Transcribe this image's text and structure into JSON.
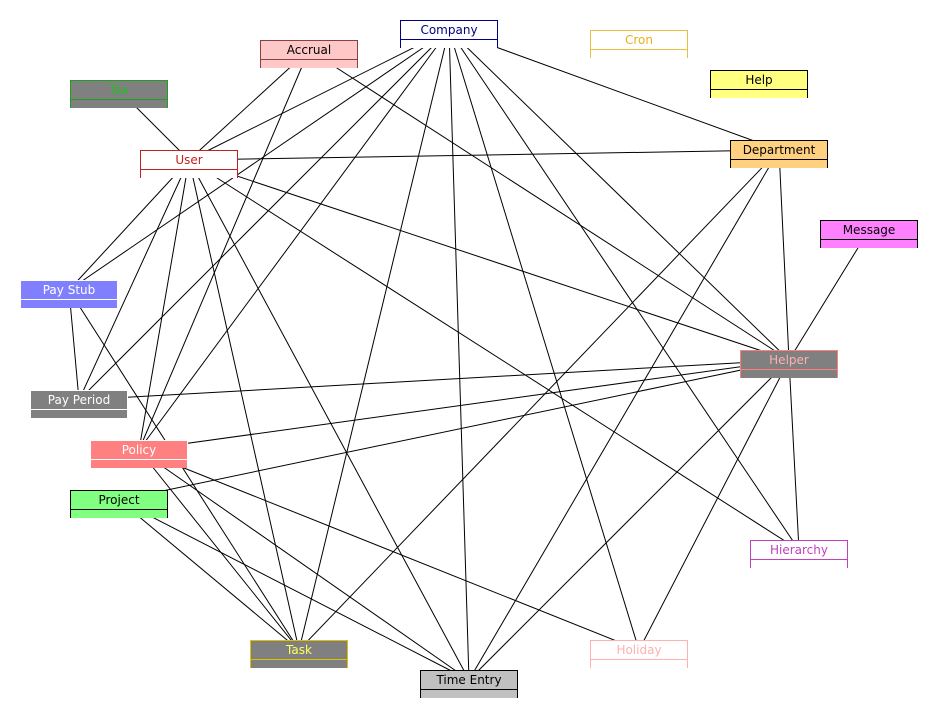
{
  "diagram": {
    "nodes": [
      {
        "id": "company",
        "label": "Company",
        "border": "#000080",
        "title_bg": "#ffffff",
        "body_bg": "#ffffff",
        "text": "#000080"
      },
      {
        "id": "accrual",
        "label": "Accrual",
        "border": "#8b4040",
        "title_bg": "#ffc8c8",
        "body_bg": "#ffc8c8",
        "text": "#000000"
      },
      {
        "id": "cron",
        "label": "Cron",
        "border": "#e8c040",
        "title_bg": "#ffffff",
        "body_bg": "#ffffff",
        "text": "#e8b020"
      },
      {
        "id": "help",
        "label": "Help",
        "border": "#000000",
        "title_bg": "#ffff80",
        "body_bg": "#ffff80",
        "text": "#000000"
      },
      {
        "id": "tax",
        "label": "Tax",
        "border": "#20a020",
        "title_bg": "#808080",
        "body_bg": "#808080",
        "text": "#20c020"
      },
      {
        "id": "user",
        "label": "User",
        "border": "#c02020",
        "title_bg": "#ffffff",
        "body_bg": "#ffffff",
        "text": "#c02020"
      },
      {
        "id": "department",
        "label": "Department",
        "border": "#000000",
        "title_bg": "#ffd080",
        "body_bg": "#ffd080",
        "text": "#000000"
      },
      {
        "id": "message",
        "label": "Message",
        "border": "#000000",
        "title_bg": "#ff80ff",
        "body_bg": "#ff80ff",
        "text": "#000000"
      },
      {
        "id": "paystub",
        "label": "Pay Stub",
        "border": "#ffffff",
        "title_bg": "#8080ff",
        "body_bg": "#8080ff",
        "text": "#ffffff"
      },
      {
        "id": "helper",
        "label": "Helper",
        "border": "#ff8080",
        "title_bg": "#808080",
        "body_bg": "#808080",
        "text": "#ffb0b0"
      },
      {
        "id": "payperiod",
        "label": "Pay Period",
        "border": "#ffffff",
        "title_bg": "#808080",
        "body_bg": "#808080",
        "text": "#ffffff"
      },
      {
        "id": "policy",
        "label": "Policy",
        "border": "#ffffff",
        "title_bg": "#ff8080",
        "body_bg": "#ff8080",
        "text": "#ffffff"
      },
      {
        "id": "project",
        "label": "Project",
        "border": "#000000",
        "title_bg": "#80ff80",
        "body_bg": "#80ff80",
        "text": "#000000"
      },
      {
        "id": "hierarchy",
        "label": "Hierarchy",
        "border": "#c040c0",
        "title_bg": "#ffffff",
        "body_bg": "#ffffff",
        "text": "#c040c0"
      },
      {
        "id": "task",
        "label": "Task",
        "border": "#e0c000",
        "title_bg": "#808080",
        "body_bg": "#808080",
        "text": "#ffff60"
      },
      {
        "id": "holiday",
        "label": "Holiday",
        "border": "#ffb0b0",
        "title_bg": "#ffffff",
        "body_bg": "#ffffff",
        "text": "#ffb0b0"
      },
      {
        "id": "timeentry",
        "label": "Time Entry",
        "border": "#000000",
        "title_bg": "#c0c0c0",
        "body_bg": "#c0c0c0",
        "text": "#000000"
      }
    ],
    "edges": [
      [
        "company",
        "user"
      ],
      [
        "company",
        "paystub"
      ],
      [
        "company",
        "payperiod"
      ],
      [
        "company",
        "policy"
      ],
      [
        "company",
        "task"
      ],
      [
        "company",
        "timeentry"
      ],
      [
        "company",
        "holiday"
      ],
      [
        "company",
        "hierarchy"
      ],
      [
        "company",
        "department"
      ],
      [
        "company",
        "helper"
      ],
      [
        "accrual",
        "user"
      ],
      [
        "accrual",
        "policy"
      ],
      [
        "accrual",
        "helper"
      ],
      [
        "tax",
        "user"
      ],
      [
        "user",
        "department"
      ],
      [
        "user",
        "paystub"
      ],
      [
        "user",
        "payperiod"
      ],
      [
        "user",
        "policy"
      ],
      [
        "user",
        "task"
      ],
      [
        "user",
        "timeentry"
      ],
      [
        "user",
        "helper"
      ],
      [
        "user",
        "hierarchy"
      ],
      [
        "department",
        "helper"
      ],
      [
        "department",
        "task"
      ],
      [
        "department",
        "timeentry"
      ],
      [
        "message",
        "helper"
      ],
      [
        "paystub",
        "payperiod"
      ],
      [
        "paystub",
        "task"
      ],
      [
        "helper",
        "payperiod"
      ],
      [
        "helper",
        "policy"
      ],
      [
        "helper",
        "project"
      ],
      [
        "helper",
        "hierarchy"
      ],
      [
        "helper",
        "timeentry"
      ],
      [
        "helper",
        "holiday"
      ],
      [
        "policy",
        "task"
      ],
      [
        "policy",
        "timeentry"
      ],
      [
        "policy",
        "holiday"
      ],
      [
        "project",
        "task"
      ],
      [
        "project",
        "timeentry"
      ]
    ]
  }
}
